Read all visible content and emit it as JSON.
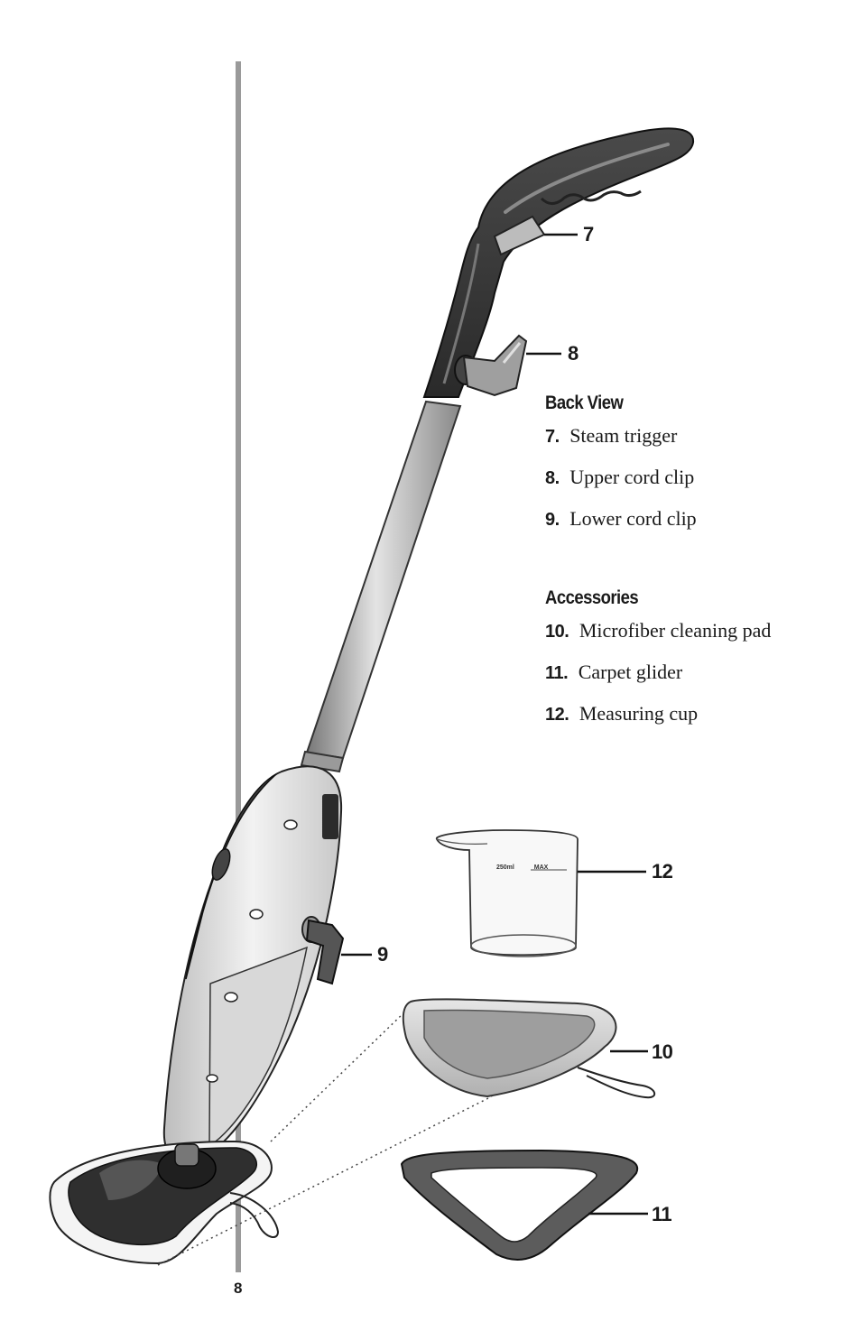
{
  "page_number": "8",
  "back_view": {
    "heading": "Back View",
    "items": [
      {
        "num": "7.",
        "label": "Steam trigger"
      },
      {
        "num": "8.",
        "label": "Upper cord clip"
      },
      {
        "num": "9.",
        "label": "Lower cord clip"
      }
    ]
  },
  "accessories": {
    "heading": "Accessories",
    "items": [
      {
        "num": "10.",
        "label": "Microfiber cleaning pad"
      },
      {
        "num": "11.",
        "label": "Carpet glider"
      },
      {
        "num": "12.",
        "label": "Measuring cup"
      }
    ]
  },
  "callouts": {
    "c7": "7",
    "c8": "8",
    "c9": "9",
    "c10": "10",
    "c11": "11",
    "c12": "12"
  },
  "cup_marking": {
    "volume": "250ml",
    "max": "MAX"
  }
}
